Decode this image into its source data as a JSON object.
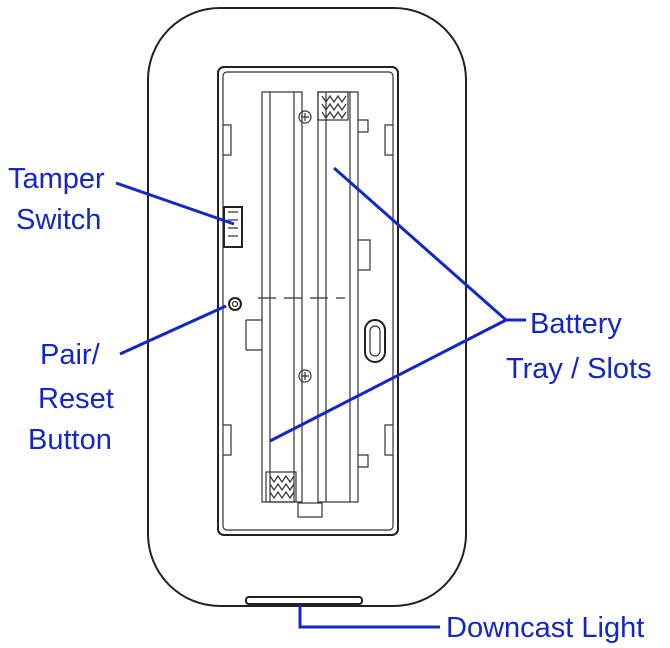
{
  "labels": {
    "tamper_line1": "Tamper",
    "tamper_line2": "Switch",
    "pair_line1": "Pair/",
    "pair_line2": "Reset",
    "pair_line3": "Button",
    "battery_line1": "Battery",
    "battery_line2": "Tray / Slots",
    "downcast": "Downcast Light"
  },
  "colors": {
    "label": "#1326c8",
    "outline": "#222222"
  }
}
